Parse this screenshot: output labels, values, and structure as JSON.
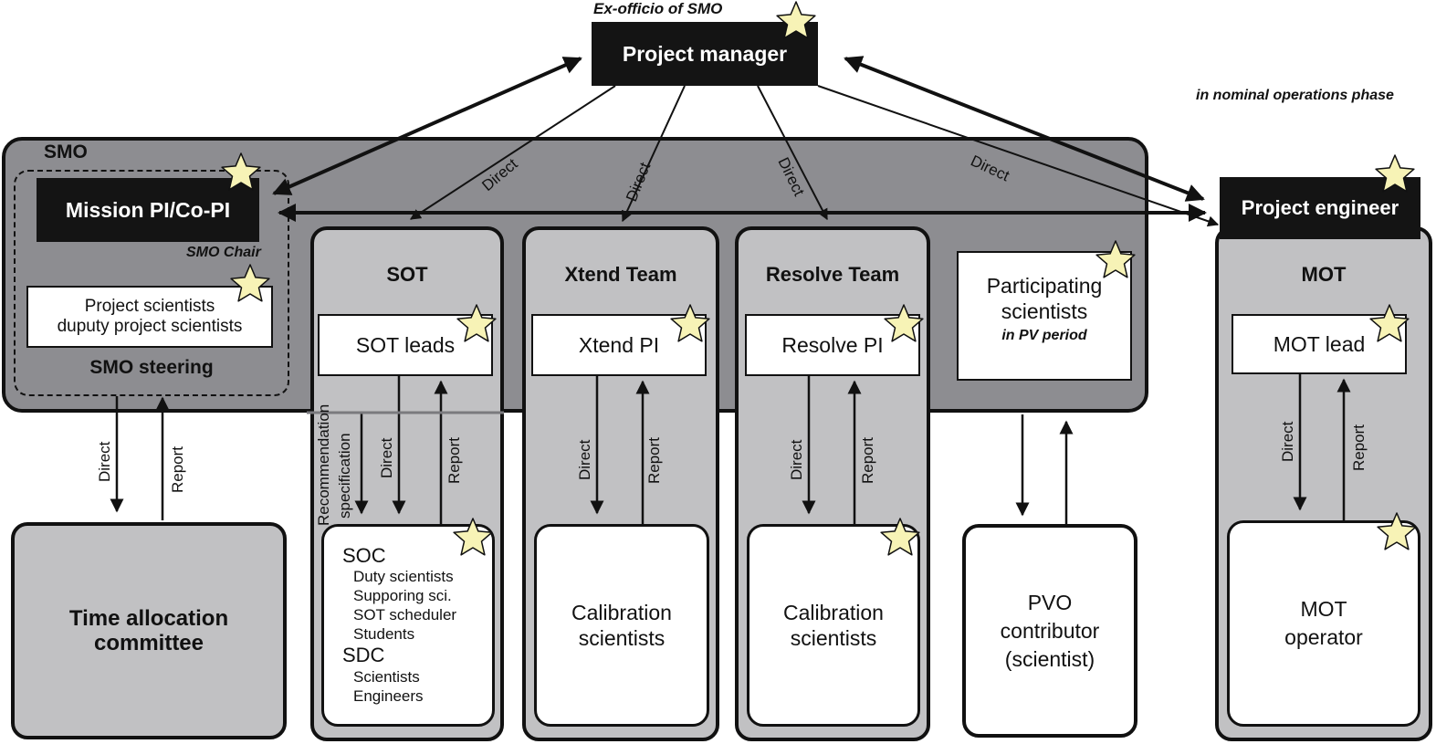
{
  "header": {
    "exofficio": "Ex-officio of SMO",
    "project_manager": "Project manager",
    "nominal_note": "in nominal operations phase",
    "project_engineer": "Project engineer"
  },
  "smo": {
    "label": "SMO",
    "mission_pi": "Mission PI/Co-PI",
    "smo_chair": "SMO Chair",
    "project_scientists_1": "Project scientists",
    "project_scientists_2": "duputy project scientists",
    "steering": "SMO steering"
  },
  "sot": {
    "title": "SOT",
    "leads": "SOT leads",
    "soc": "SOC",
    "soc_items": [
      "Duty scientists",
      "Supporing sci.",
      "SOT scheduler",
      "Students"
    ],
    "sdc": "SDC",
    "sdc_items": [
      "Scientists",
      "Engineers"
    ],
    "recommendation_1": "Recommendation",
    "recommendation_2": "specification"
  },
  "xtend": {
    "title": "Xtend Team",
    "pi": "Xtend PI",
    "calibration_1": "Calibration",
    "calibration_2": "scientists"
  },
  "resolve": {
    "title": "Resolve Team",
    "pi": "Resolve PI",
    "calibration_1": "Calibration",
    "calibration_2": "scientists"
  },
  "participating": {
    "line1": "Participating",
    "line2": "scientists",
    "note": "in PV period"
  },
  "pvo": {
    "line1": "PVO",
    "line2": "contributor",
    "line3": "(scientist)"
  },
  "mot": {
    "title": "MOT",
    "lead": "MOT lead",
    "operator_1": "MOT",
    "operator_2": "operator"
  },
  "tac": {
    "line1": "Time allocation",
    "line2": "committee"
  },
  "edge_labels": {
    "direct": "Direct",
    "report": "Report"
  },
  "colors": {
    "smo_fill": "#8d8d91",
    "column_fill": "#c1c1c3",
    "star_fill": "#f7f3b6",
    "black_box": "#141414"
  }
}
